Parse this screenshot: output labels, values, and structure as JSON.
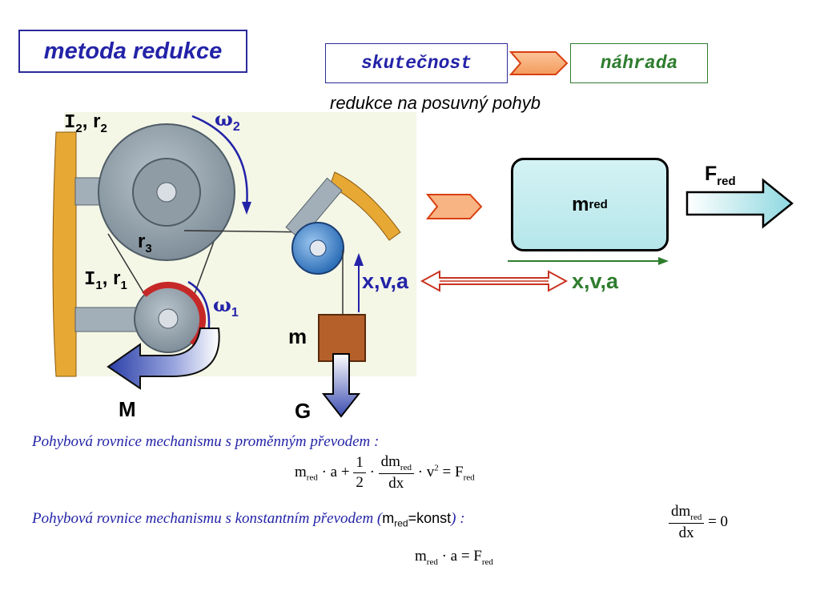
{
  "title": "metoda redukce",
  "header": {
    "real": "skutečnost",
    "substitute": "náhrada",
    "subtitle": "redukce na posuvný pohyb"
  },
  "mechanism": {
    "wheel2_label": "I",
    "wheel2_index": "2",
    "wheel2_radius_label": "r",
    "wheel2_radius_index": "2",
    "r3_label": "r",
    "r3_index": "3",
    "wheel1_label": "I",
    "wheel1_index": "1",
    "wheel1_radius_label": "r",
    "wheel1_radius_index": "1",
    "omega2": "ω",
    "omega2_index": "2",
    "omega1": "ω",
    "omega1_index": "1",
    "mass_label": "m",
    "moment_label": "M",
    "weight_label": "G",
    "kinematics_left": "x,v,a"
  },
  "reduced": {
    "mass_label": "m",
    "mass_index": "red",
    "force_label": "F",
    "force_index": "red",
    "kinematics_right": "x,v,a"
  },
  "equations": {
    "variable_caption": "Pohybová rovnice mechanismu s proměnným převodem :",
    "const_caption_pre": "Pohybová rovnice mechanismu s konstantním převodem (",
    "const_caption_m": "m",
    "const_caption_m_index": "red",
    "const_caption_eq": "=konst",
    "const_caption_post": ") :",
    "eq1": {
      "m": "m",
      "red": "red",
      "dot_a": "· a +",
      "one": "1",
      "two": "2",
      "dot1": "·",
      "dm": "dm",
      "dm_red": "red",
      "dx": "dx",
      "dot_v": "· v",
      "sq": "2",
      "eq_F": "= F",
      "F_red": "red"
    },
    "eq2": {
      "dm": "dm",
      "dm_red": "red",
      "dx": "dx",
      "eq0": "= 0"
    },
    "eq3": {
      "m": "m",
      "red": "red",
      "dot_a": "· a = F",
      "F_red": "red"
    }
  },
  "colors": {
    "blue": "#2323a8",
    "green": "#2e7d2e",
    "orange": "#f5a46a",
    "red_arrow": "#c8321e",
    "box_fill": "#bde8ec"
  }
}
